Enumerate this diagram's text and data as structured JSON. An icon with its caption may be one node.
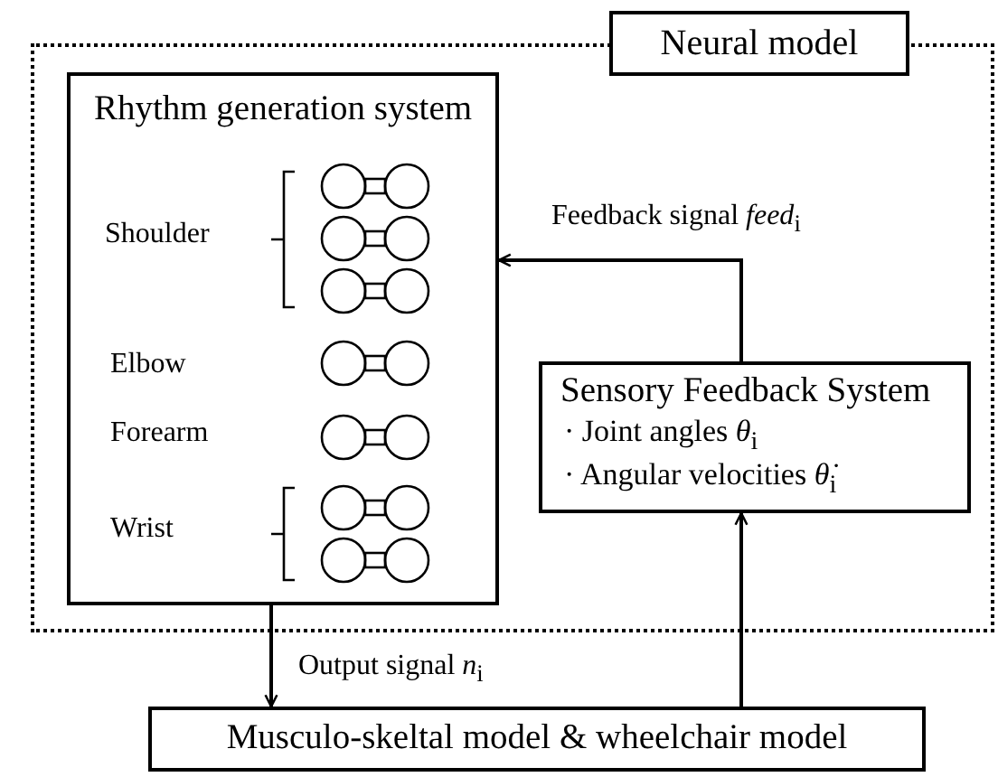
{
  "diagram": {
    "nodes": [
      {
        "text": [
          "Neural model"
        ]
      },
      {
        "text": [
          "Rhythm generation system"
        ],
        "in": 0
      },
      {
        "text": [
          "Sensory Feedback System",
          "· Joint angles *θ*$_{i}$",
          "· Angular velocities *θ̇*$_{i}$"
        ],
        "in": 0
      },
      {
        "text": [
          "Musculo-skeltal model & wheelchair model"
        ]
      }
    ],
    "edges": [
      {
        "from": 2,
        "to": 1,
        "arrow": "to",
        "label": "Feedback signal *feed*$_{i}$"
      },
      {
        "from": 1,
        "to": 3,
        "arrow": "to",
        "label": "Output signal *n*$_{i}$"
      },
      {
        "from": 3,
        "to": 2,
        "arrow": "to"
      }
    ],
    "labels": [
      "Shoulder",
      "Elbow",
      "Forearm",
      "Wrist"
    ]
  }
}
